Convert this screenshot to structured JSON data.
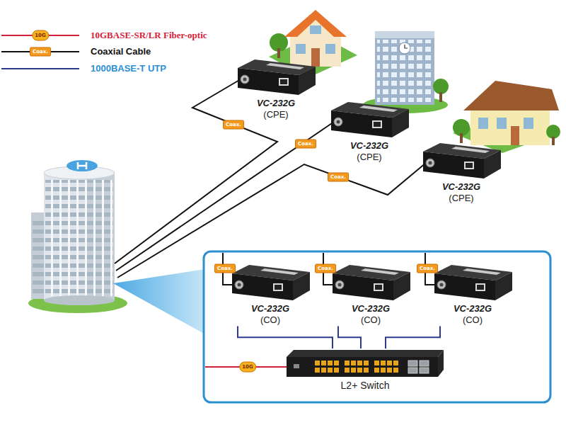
{
  "diagram": {
    "nodes": [
      {
        "text": [
          "VC-232G",
          "(CPE)"
        ]
      },
      {
        "text": [
          "VC-232G",
          "(CPE)"
        ]
      },
      {
        "text": [
          "VC-232G",
          "(CPE)"
        ]
      },
      {
        "text": [
          "VC-232G",
          "(CO)"
        ]
      },
      {
        "text": [
          "VC-232G",
          "(CO)"
        ]
      },
      {
        "text": [
          "VC-232G",
          "(CO)"
        ]
      },
      {
        "text": [
          "L2+ Switch"
        ]
      }
    ],
    "edges": [
      {
        "from": 3,
        "to": 6,
        "arrow": "none"
      },
      {
        "from": 4,
        "to": 6,
        "arrow": "none"
      },
      {
        "from": 5,
        "to": 6,
        "arrow": "none"
      }
    ],
    "labels": [
      "10G",
      "Coax.",
      "Coax.",
      "Coax.",
      "Coax.",
      "Coax.",
      "Coax.",
      "Coax.",
      "10G"
    ],
    "legend": [
      {
        "text": "10GBASE-SR/LR Fiber-optic"
      },
      {
        "text": "Coaxial Cable"
      },
      {
        "text": "1000BASE-T UTP"
      }
    ]
  }
}
